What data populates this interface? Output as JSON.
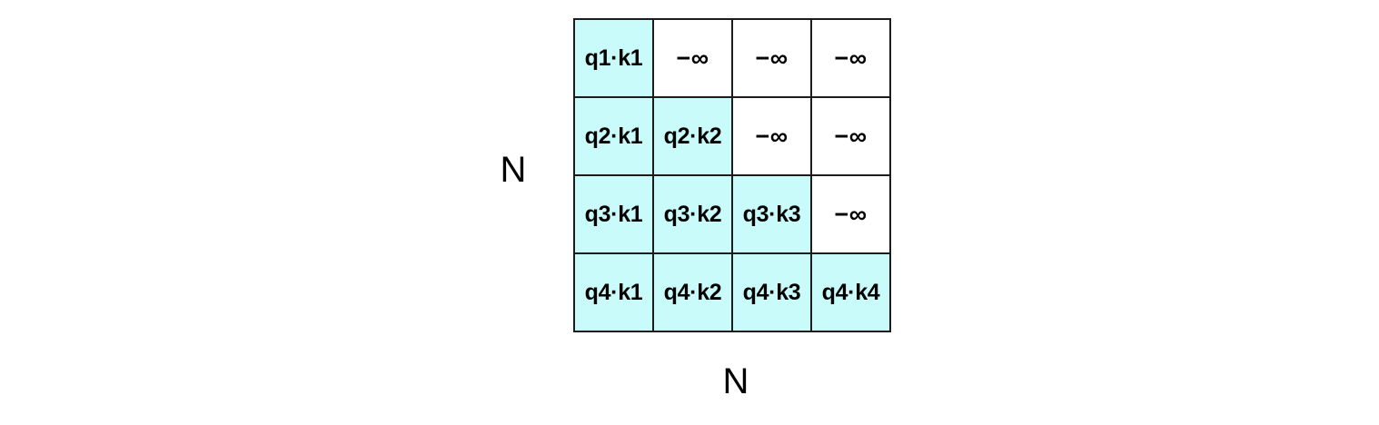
{
  "figure": {
    "background_color": "#ffffff",
    "border_color": "#1c1c1c",
    "attention_cell_color": "#c9fbfb",
    "masked_cell_color": "#ffffff",
    "text_color": "#000000"
  },
  "axes": {
    "row_label": "N",
    "col_label": "N"
  },
  "matrix": {
    "rows": 4,
    "cols": 4,
    "cells": [
      [
        {
          "text": "q1·k1",
          "type": "attention"
        },
        {
          "text": "−∞",
          "type": "masked"
        },
        {
          "text": "−∞",
          "type": "masked"
        },
        {
          "text": "−∞",
          "type": "masked"
        }
      ],
      [
        {
          "text": "q2·k1",
          "type": "attention"
        },
        {
          "text": "q2·k2",
          "type": "attention"
        },
        {
          "text": "−∞",
          "type": "masked"
        },
        {
          "text": "−∞",
          "type": "masked"
        }
      ],
      [
        {
          "text": "q3·k1",
          "type": "attention"
        },
        {
          "text": "q3·k2",
          "type": "attention"
        },
        {
          "text": "q3·k3",
          "type": "attention"
        },
        {
          "text": "−∞",
          "type": "masked"
        }
      ],
      [
        {
          "text": "q4·k1",
          "type": "attention"
        },
        {
          "text": "q4·k2",
          "type": "attention"
        },
        {
          "text": "q4·k3",
          "type": "attention"
        },
        {
          "text": "q4·k4",
          "type": "attention"
        }
      ]
    ]
  }
}
